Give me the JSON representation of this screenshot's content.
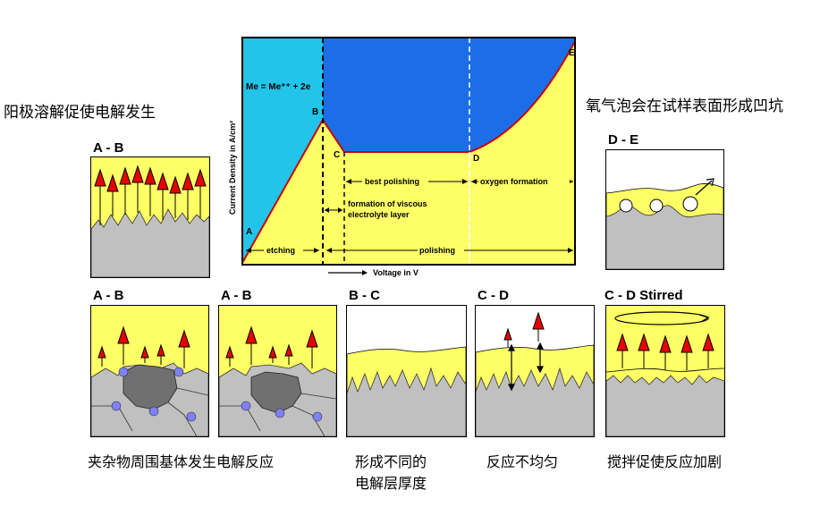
{
  "titles": {
    "left": "阳极溶解促使电解发生",
    "right": "氧气泡会在试样表面形成凹坑"
  },
  "chart": {
    "equation": "Me = Me⁺⁺ + 2e",
    "ylabel": "Current Density in A/cm²",
    "xlabel": "Voltage in V",
    "points": [
      "A",
      "B",
      "C",
      "D",
      "E"
    ],
    "etching": "etching",
    "polishing": "polishing",
    "best_polishing": "best polishing",
    "oxygen_formation": "oxygen formation",
    "viscous_line1": "formation of viscous",
    "viscous_line2": "electrolyte layer"
  },
  "panels": {
    "top_left": {
      "title": "A - B"
    },
    "top_right": {
      "title": "D - E"
    },
    "bottom1": {
      "title": "A - B",
      "caption": "夹杂物周围基体发生电解反应"
    },
    "bottom2": {
      "title": "A - B"
    },
    "bottom3": {
      "title": "B - C",
      "caption_line1": "形成不同的",
      "caption_line2": "电解层厚度"
    },
    "bottom4": {
      "title": "C - D",
      "caption": "反应不均匀"
    },
    "bottom5": {
      "title": "C - D Stirred",
      "caption": "搅拌促使反应加剧"
    }
  },
  "colors": {
    "cyan": "#22c4ea",
    "blue": "#1b6ee6",
    "yellow": "#ffff66",
    "gray": "#c0c0c0",
    "dark_gray": "#7a7a7a",
    "red": "#e60000",
    "purple": "#8080ff",
    "curve": "#cc0000"
  }
}
